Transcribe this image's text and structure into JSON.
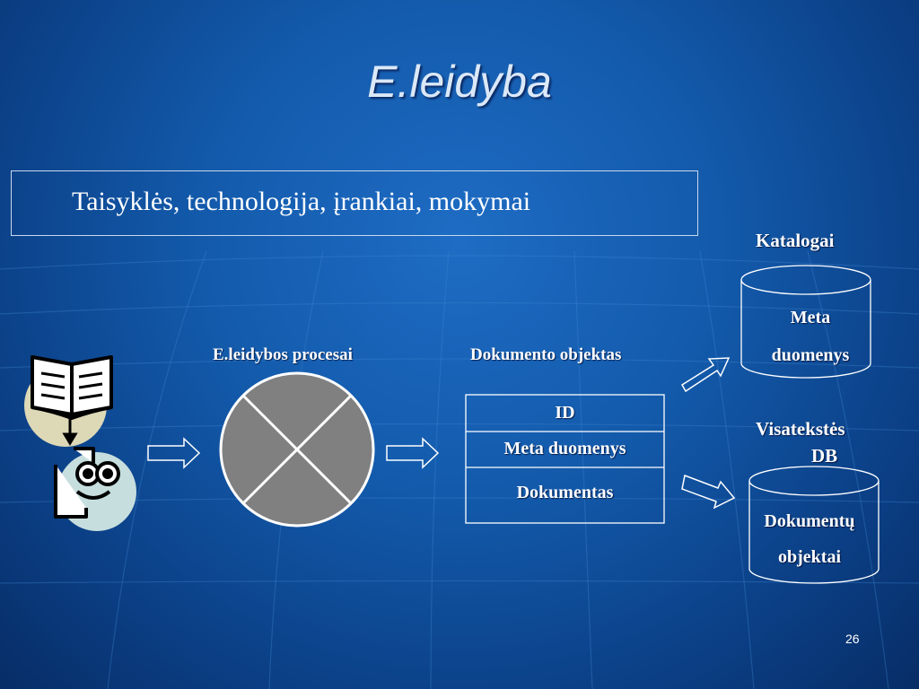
{
  "slide": {
    "title": "E.leidyba",
    "page_number": "26"
  },
  "rules": {
    "text": "Taisyklės, technologija, įrankiai, mokymai"
  },
  "process": {
    "label": "E.leidybos procesai"
  },
  "document_object": {
    "label": "Dokumento objektas",
    "rows": [
      "ID",
      "Meta duomenys",
      "Dokumentas"
    ]
  },
  "catalogs": {
    "label": "Katalogai",
    "line1": "Meta",
    "line2": "duomenys"
  },
  "fulltext_db": {
    "label_line1": "Visatekstės",
    "label_line2": "DB",
    "line1": "Dokumentų",
    "line2": "objektai"
  },
  "icons": [
    "open-book-icon",
    "reader-person-icon",
    "process-circle-icon",
    "right-arrow-icon",
    "database-cylinder-icon"
  ],
  "colors": {
    "background": "#135aab",
    "circle_fill": "#808080",
    "book_circle": "#ddd8b6",
    "person_circle": "#c7dede"
  }
}
